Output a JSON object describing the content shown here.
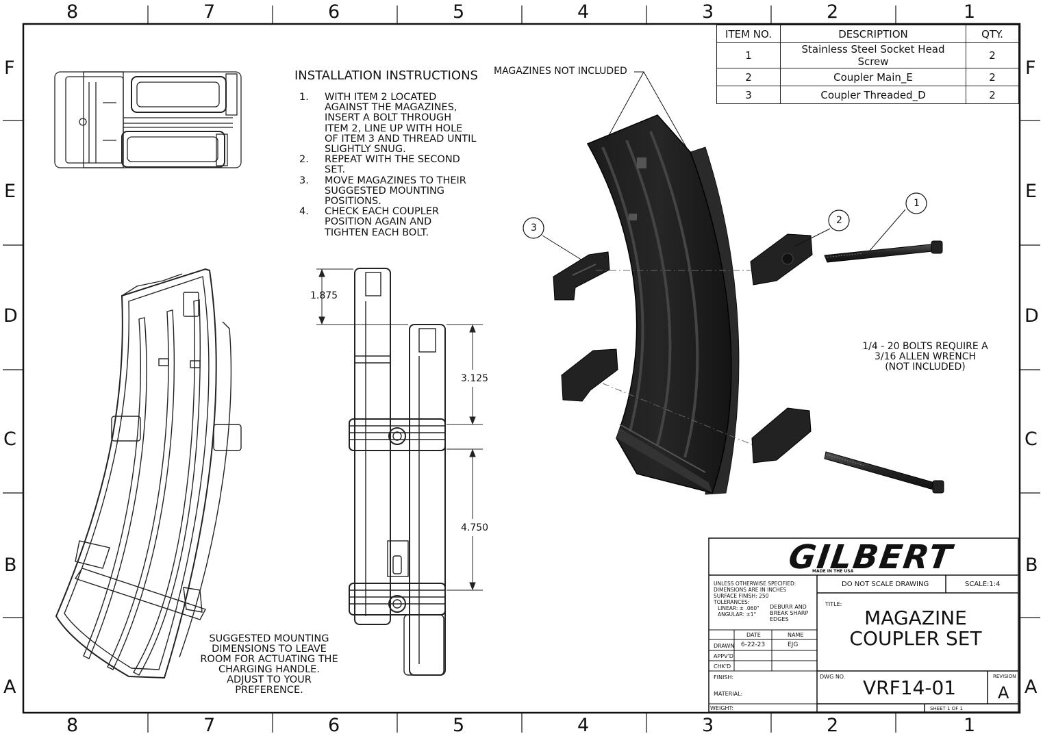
{
  "zones": {
    "columns": [
      "8",
      "7",
      "6",
      "5",
      "4",
      "3",
      "2",
      "1"
    ],
    "rows": [
      "F",
      "E",
      "D",
      "C",
      "B",
      "A"
    ]
  },
  "bom": {
    "headers": [
      "ITEM NO.",
      "DESCRIPTION",
      "QTY."
    ],
    "rows": [
      [
        "1",
        "Stainless Steel Socket Head Screw",
        "2"
      ],
      [
        "2",
        "Coupler Main_E",
        "2"
      ],
      [
        "3",
        "Coupler Threaded_D",
        "2"
      ]
    ]
  },
  "instructions": {
    "title": "INSTALLATION INSTRUCTIONS",
    "steps": [
      {
        "num": "1.",
        "text": "WITH ITEM 2 LOCATED AGAINST THE MAGAZINES, INSERT A BOLT THROUGH ITEM 2, LINE UP WITH HOLE OF ITEM 3 AND THREAD UNTIL SLIGHTLY SNUG."
      },
      {
        "num": "2.",
        "text": "REPEAT WITH THE SECOND SET."
      },
      {
        "num": "3.",
        "text": "MOVE MAGAZINES TO THEIR SUGGESTED MOUNTING POSITIONS."
      },
      {
        "num": "4.",
        "text": "CHECK EACH COUPLER POSITION AGAIN AND TIGHTEN EACH BOLT."
      }
    ]
  },
  "notes": {
    "magazines": "MAGAZINES NOT INCLUDED",
    "bolts_line1": "1/4 - 20 BOLTS REQUIRE A",
    "bolts_line2": "3/16 ALLEN WRENCH",
    "bolts_line3": "(NOT INCLUDED)",
    "mounting": [
      "SUGGESTED MOUNTING",
      "DIMENSIONS TO LEAVE",
      "ROOM FOR ACTUATING THE",
      "CHARGING HANDLE.",
      "ADJUST TO YOUR",
      "PREFERENCE."
    ]
  },
  "dimensions": [
    "1.875",
    "3.125",
    "4.750"
  ],
  "callouts": [
    "1",
    "2",
    "3"
  ],
  "title_block": {
    "logo": "GILBERT",
    "logo_sub": "MADE IN THE USA",
    "spec_lines": [
      "UNLESS OTHERWISE SPECIFIED:",
      "DIMENSIONS ARE IN INCHES",
      "SURFACE FINISH: 250",
      "TOLERANCES:",
      "LINEAR: ± .060\"",
      "ANGULAR: ±1°"
    ],
    "deburr": [
      "DEBURR AND",
      "BREAK SHARP",
      "EDGES"
    ],
    "do_not_scale": "DO NOT SCALE DRAWING",
    "scale": "SCALE:1:4",
    "title_label": "TITLE:",
    "title_line1": "MAGAZINE",
    "title_line2": "COUPLER SET",
    "date_header": "DATE",
    "name_header": "NAME",
    "drawn_label": "DRAWN",
    "drawn_date": "6-22-23",
    "drawn_name": "EJG",
    "appvd_label": "APPV'D",
    "chkd_label": "CHK'D",
    "finish_label": "FINISH:",
    "material_label": "MATERIAL:",
    "weight_label": "WEIGHT:",
    "dwg_label": "DWG NO.",
    "dwg_no": "VRF14-01",
    "revision_label": "REVISION",
    "revision": "A",
    "sheet": "SHEET 1 OF 1"
  }
}
